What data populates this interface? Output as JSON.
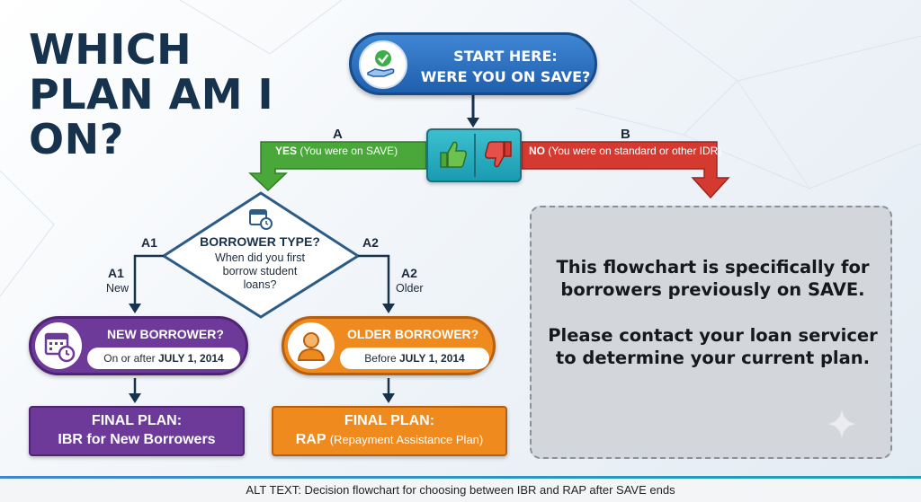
{
  "title": "WHICH PLAN AM I ON?",
  "start": {
    "line1": "START HERE:",
    "line2": "WERE YOU ON SAVE?"
  },
  "branch_a": {
    "letter": "A",
    "yes_strong": "YES",
    "yes_rest": "(You were on SAVE)"
  },
  "branch_b": {
    "letter": "B",
    "no_strong": "NO",
    "no_rest": "(You were on standard or other IDR)"
  },
  "diamond": {
    "title": "BORROWER TYPE?",
    "question_line1": "When did you first",
    "question_line2": "borrow student",
    "question_line3": "loans?"
  },
  "branch_a1": {
    "top_label": "A1",
    "side_label": "A1",
    "sub": "New"
  },
  "branch_a2": {
    "top_label": "A2",
    "side_label": "A2",
    "sub": "Older"
  },
  "new_borrower": {
    "title": "NEW BORROWER?",
    "date_prefix": "On or after",
    "date": "JULY 1, 2014",
    "final_title": "FINAL PLAN:",
    "final_plan": "IBR for New Borrowers"
  },
  "older_borrower": {
    "title": "OLDER BORROWER?",
    "date_prefix": "Before",
    "date": "JULY 1, 2014",
    "final_title": "FINAL PLAN:",
    "final_plan": "RAP",
    "final_plan_sub": "(Repayment Assistance Plan)"
  },
  "info": {
    "paragraph1": "This flowchart is specifically for borrowers previously on SAVE.",
    "paragraph2": "Please contact your loan servicer to determine your current plan."
  },
  "footer": {
    "alt_text": "ALT TEXT: Decision flowchart for choosing between IBR and RAP after SAVE ends"
  },
  "colors": {
    "start_blue": "#2a6fbf",
    "yes_green": "#4aa83a",
    "no_red": "#d43a30",
    "new_purple": "#6e3a9a",
    "old_orange": "#ef8a1f",
    "teal": "#1a9bb0",
    "title_navy": "#17324d"
  },
  "icons": [
    "hand-checkmark-icon",
    "thumbs-up-icon",
    "thumbs-down-icon",
    "calendar-clock-icon",
    "person-icon",
    "sparkle-icon"
  ]
}
